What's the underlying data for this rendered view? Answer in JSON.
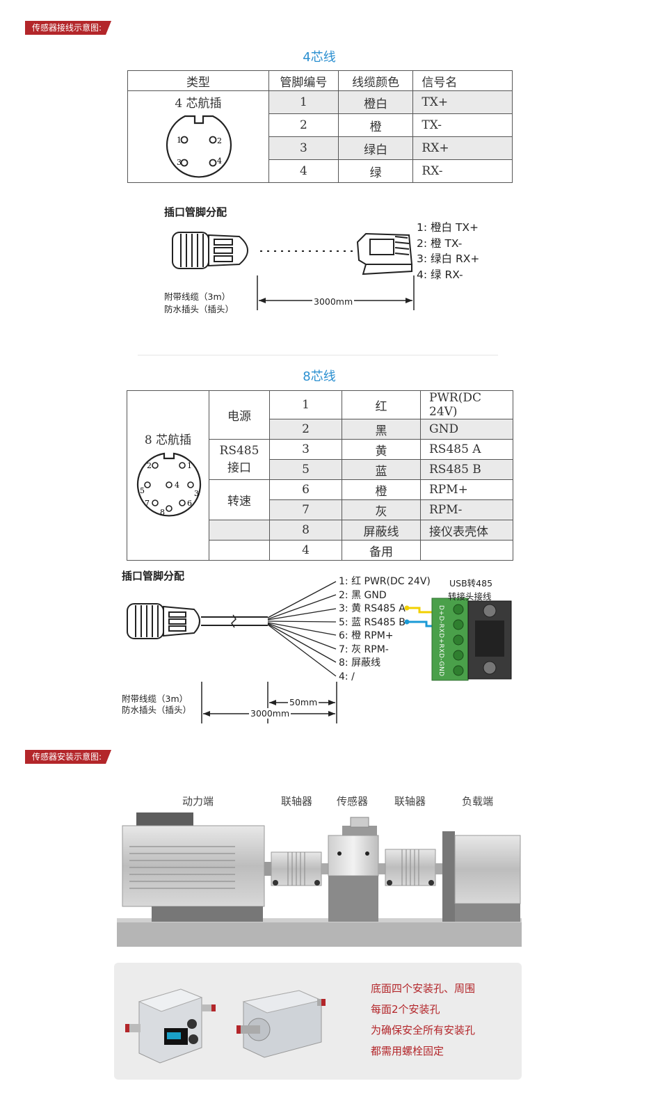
{
  "wiring_tag": "传感器接线示意图:",
  "four_core": {
    "title": "4芯线",
    "headers": [
      "类型",
      "管脚编号",
      "线缆颜色",
      "信号名"
    ],
    "type_label": "4 芯航插",
    "rows": [
      {
        "pin": "1",
        "color": "橙白",
        "signal": "TX+"
      },
      {
        "pin": "2",
        "color": "橙",
        "signal": "TX-"
      },
      {
        "pin": "3",
        "color": "绿白",
        "signal": "RX+"
      },
      {
        "pin": "4",
        "color": "绿",
        "signal": "RX-"
      }
    ],
    "pin_numbers": [
      "1",
      "2",
      "3",
      "4"
    ],
    "diagram_title": "插口管脚分配",
    "pin_list": [
      "1: 橙白  TX+",
      "2: 橙     TX-",
      "3: 绿白  RX+",
      "4: 绿     RX-"
    ],
    "cable_note_1": "附带线缆（3m）",
    "cable_note_2": "防水插头（插头）",
    "length": "3000mm"
  },
  "eight_core": {
    "title": "8芯线",
    "type_label": "8 芯航插",
    "groups": [
      "电源",
      "RS485",
      "接口",
      "转速"
    ],
    "rows": [
      {
        "pin": "1",
        "color": "红",
        "signal": "PWR(DC 24V)"
      },
      {
        "pin": "2",
        "color": "黑",
        "signal": "GND"
      },
      {
        "pin": "3",
        "color": "黄",
        "signal": "RS485 A"
      },
      {
        "pin": "5",
        "color": "蓝",
        "signal": "RS485 B"
      },
      {
        "pin": "6",
        "color": "橙",
        "signal": "RPM+"
      },
      {
        "pin": "7",
        "color": "灰",
        "signal": "RPM-"
      },
      {
        "pin": "8",
        "color": "屏蔽线",
        "signal": "接仪表壳体"
      },
      {
        "pin": "4",
        "color": "备用",
        "signal": ""
      }
    ],
    "pin_numbers": [
      "1",
      "2",
      "3",
      "4",
      "5",
      "6",
      "7",
      "8"
    ],
    "diagram_title": "插口管脚分配",
    "wires": [
      "1: 红 PWR(DC 24V)",
      "2: 黑 GND",
      "3: 黄 RS485 A",
      "5: 蓝 RS485 B",
      "6: 橙 RPM+",
      "7: 灰 RPM-",
      "8: 屏蔽线",
      "4: /"
    ],
    "usb_label_1": "USB转485",
    "usb_label_2": "转接头接线",
    "terminal_text": "D+D-RXD+RXD-GND",
    "cable_note_1": "附带线缆（3m）",
    "cable_note_2": "防水插头（插头）",
    "length_total": "3000mm",
    "length_strip": "50mm"
  },
  "install_tag": "传感器安装示意图:",
  "install_labels": [
    "动力端",
    "联轴器",
    "传感器",
    "联轴器",
    "负载端"
  ],
  "install_notes": [
    "底面四个安装孔、周围",
    "每面2个安装孔",
    "为确保安全所有安装孔",
    "都需用螺栓固定"
  ],
  "colors": {
    "accent": "#b3262a",
    "title_blue": "#2a8fd0",
    "rs485_a": "#f2d000",
    "rs485_b": "#1a9ad6"
  }
}
